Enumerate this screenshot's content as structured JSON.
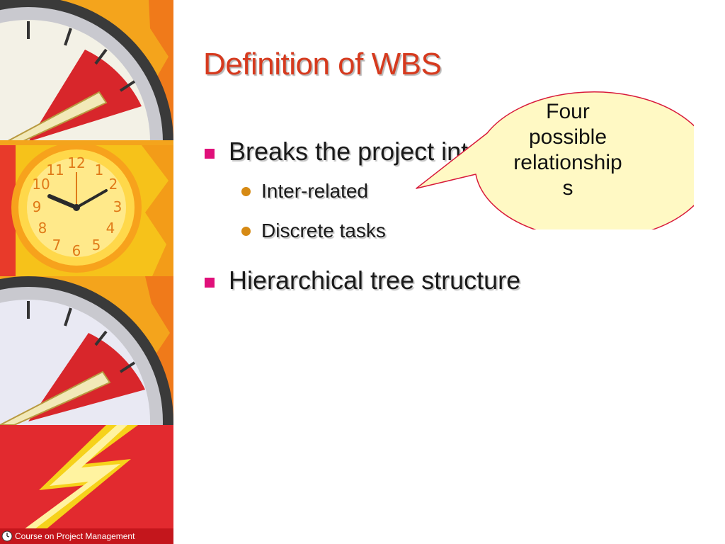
{
  "slide": {
    "title": "Definition of WBS",
    "bullets": [
      {
        "text": "Breaks the project into",
        "children": [
          {
            "text": "Inter-related"
          },
          {
            "text": "Discrete tasks"
          }
        ]
      },
      {
        "text": "Hierarchical tree structure",
        "children": []
      }
    ]
  },
  "callout": {
    "line1": "Four",
    "line2": "possible",
    "line3": "relationship",
    "line4": "s"
  },
  "footer": {
    "text": "Course on Project Management"
  },
  "colors": {
    "title": "#d63a1e",
    "bullet_square": "#e0107a",
    "bullet_dot": "#d68a14",
    "callout_fill": "#fff9c4",
    "callout_stroke": "#d81a3a"
  },
  "icons": {
    "level1_bullet": "pink-square-bullet",
    "level2_bullet": "orange-dot-bullet",
    "footer": "clock-icon"
  }
}
